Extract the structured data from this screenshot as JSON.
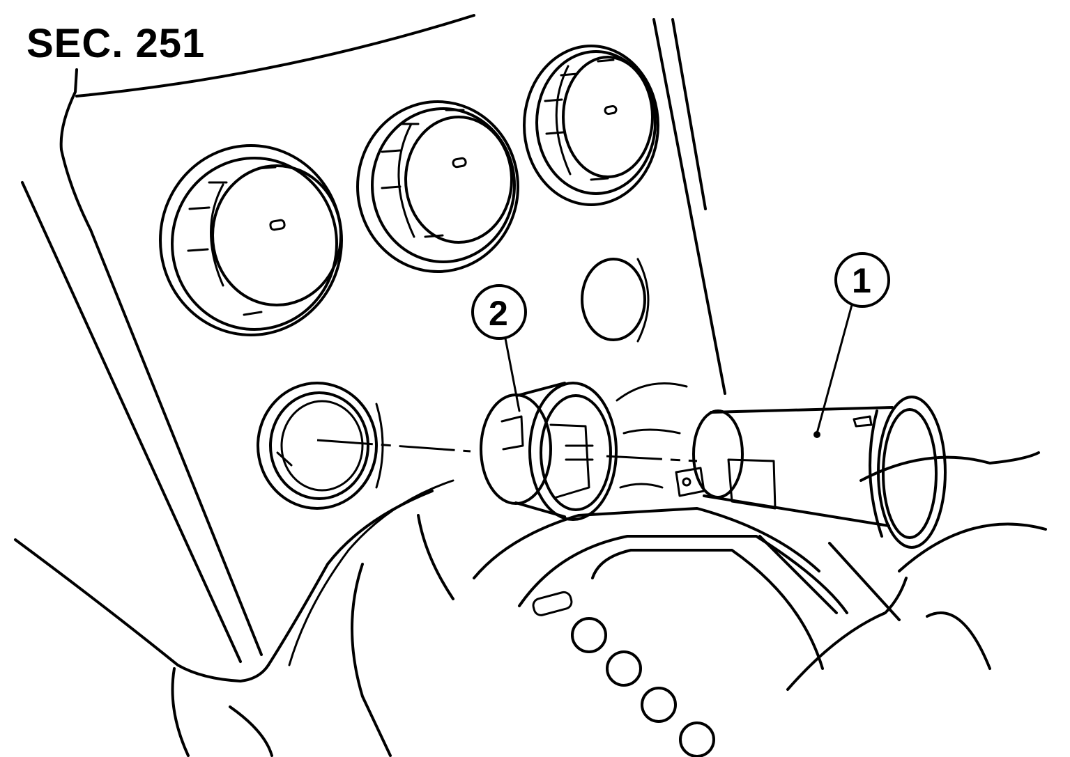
{
  "section_label": "SEC. 251",
  "callouts": [
    {
      "number": "1",
      "part": "cigarette-lighter-socket"
    },
    {
      "number": "2",
      "part": "socket-retaining-ring"
    }
  ],
  "line_color": "#000000",
  "background_color": "#ffffff"
}
